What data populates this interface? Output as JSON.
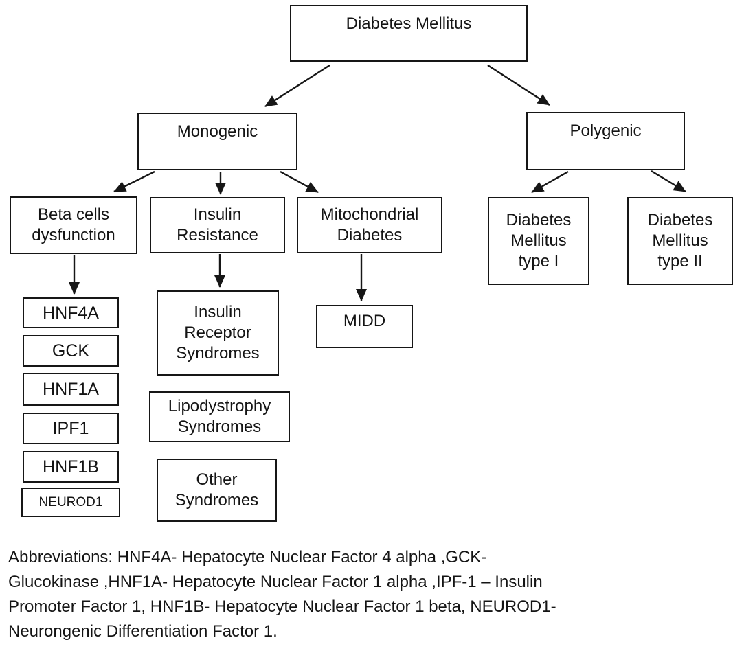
{
  "diagram": {
    "title": "Diabetes Mellitus classification flowchart",
    "nodes": {
      "diabetes_mellitus": {
        "label": "Diabetes Mellitus"
      },
      "monogenic": {
        "label": "Monogenic"
      },
      "polygenic": {
        "label": "Polygenic"
      },
      "beta_cells_dysfunction": {
        "label": "Beta cells\ndysfunction"
      },
      "insulin_resistance": {
        "label": "Insulin\nResistance"
      },
      "mitochondrial_diabetes": {
        "label": "Mitochondrial\nDiabetes"
      },
      "dm_type_1": {
        "label": "Diabetes\nMellitus\ntype I"
      },
      "dm_type_2": {
        "label": "Diabetes\nMellitus\ntype II"
      },
      "hnf4a": {
        "label": "HNF4A"
      },
      "gck": {
        "label": "GCK"
      },
      "hnf1a": {
        "label": "HNF1A"
      },
      "ipf1": {
        "label": "IPF1"
      },
      "hnf1b": {
        "label": "HNF1B"
      },
      "neurod1": {
        "label": "NEUROD1"
      },
      "insulin_receptor_syndromes": {
        "label": "Insulin\nReceptor\nSyndromes"
      },
      "lipodystrophy_syndromes": {
        "label": "Lipodystrophy\nSyndromes"
      },
      "other_syndromes": {
        "label": "Other\nSyndromes"
      },
      "midd": {
        "label": "MIDD"
      }
    },
    "edges": [
      {
        "from": "diabetes_mellitus",
        "to": "monogenic"
      },
      {
        "from": "diabetes_mellitus",
        "to": "polygenic"
      },
      {
        "from": "monogenic",
        "to": "beta_cells_dysfunction"
      },
      {
        "from": "monogenic",
        "to": "insulin_resistance"
      },
      {
        "from": "monogenic",
        "to": "mitochondrial_diabetes"
      },
      {
        "from": "polygenic",
        "to": "dm_type_1"
      },
      {
        "from": "polygenic",
        "to": "dm_type_2"
      },
      {
        "from": "beta_cells_dysfunction",
        "to": "hnf4a"
      },
      {
        "from": "insulin_resistance",
        "to": "insulin_receptor_syndromes"
      },
      {
        "from": "mitochondrial_diabetes",
        "to": "midd"
      }
    ]
  },
  "abbreviations": {
    "lines": [
      "Abbreviations: HNF4A- Hepatocyte Nuclear Factor 4 alpha ,GCK-",
      "Glucokinase ,HNF1A- Hepatocyte Nuclear Factor 1 alpha ,IPF-1 – Insulin",
      "Promoter Factor 1, HNF1B- Hepatocyte Nuclear Factor 1 beta, NEUROD1-",
      "Neurongenic Differentiation Factor 1."
    ]
  },
  "colors": {
    "background": "#ffffff",
    "line": "#161616",
    "text": "#141414"
  }
}
